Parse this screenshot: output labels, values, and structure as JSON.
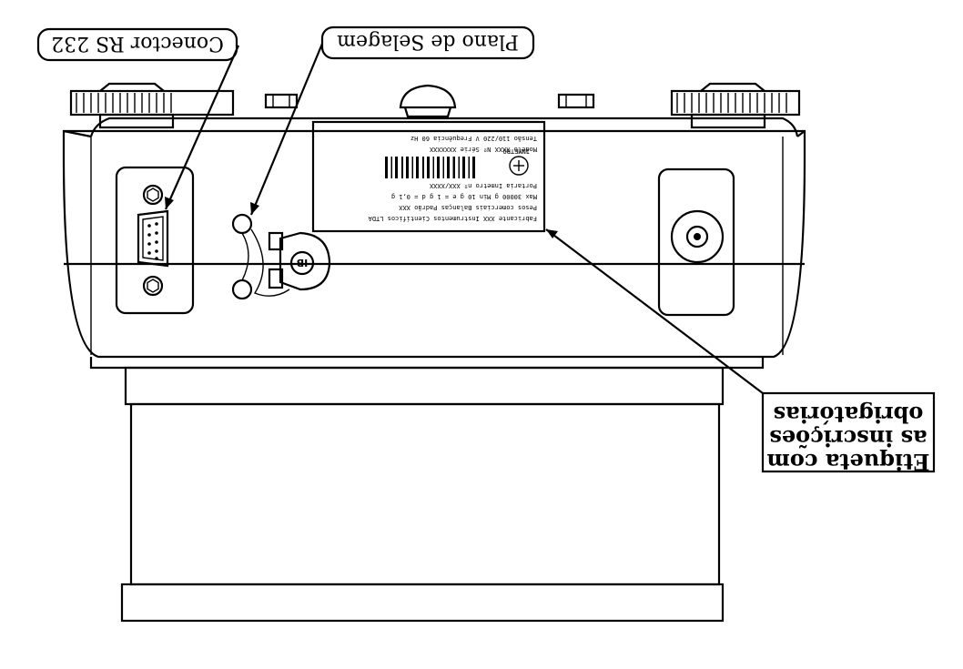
{
  "callouts": {
    "rs232": "Conector RS 232",
    "seal_plane": "Plano de Selagem",
    "label_line1": "Etiqueta com",
    "label_line2": "as inscrições",
    "label_line3": "obrigatórias"
  },
  "label_plate": {
    "lines": [
      "Fabricante XXX Instrumentos Científicos LTDA",
      "Pesos comerciais Balanças Padrão XXX",
      "Max 30000 g  Min 10 g  e = 1 g  d = 0,1 g",
      "Portaria Inmetro nº XXX/XXXX",
      "Modelo XXXX  Nº Série XXXXXXX",
      "Tensão 110/220 V  Frequência 60 Hz"
    ],
    "logo": "INMETRO"
  },
  "seal_text": "IB"
}
